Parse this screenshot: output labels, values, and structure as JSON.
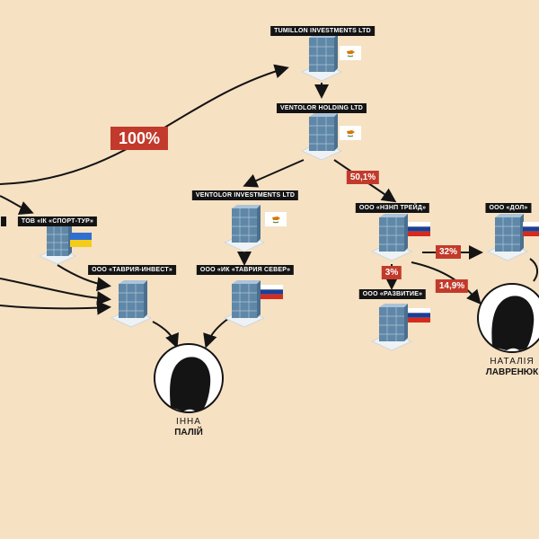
{
  "colors": {
    "background": "#f6e1c3",
    "label_bg": "#141414",
    "label_text": "#ffffff",
    "percent_bg": "#c23a2b",
    "building": "#5f87a8",
    "building_top": "#aac3d8",
    "platform": "#eef2f4",
    "arrow": "#141414"
  },
  "entities": {
    "tumillon": {
      "label": "TUMILLON INVESTMENTS LTD",
      "flag": "cyprus-flag"
    },
    "ventolor_holding": {
      "label": "VENTOLOR HOLDING LTD",
      "flag": "cyprus-flag"
    },
    "ventolor_investments": {
      "label": "VENTOLOR INVESTMENTS LTD",
      "flag": "cyprus-flag"
    },
    "nzp_trade": {
      "label": "ООО «НЗНП ТРЕЙД»",
      "flag": "russia-flag"
    },
    "dol": {
      "label": "ООО «ДОЛ»",
      "flag": "russia-flag"
    },
    "sport_tur": {
      "label": "ТОВ «ІК «СПОРТ-ТУР»",
      "flag": "ukraine-flag"
    },
    "tavria_invest": {
      "label": "ООО «ТАВРИЯ-ИНВЕСТ»",
      "flag": "none"
    },
    "ik_tavria_sever": {
      "label": "ООО «ИК «ТАВРИЯ СЕВЕР»",
      "flag": "russia-flag"
    },
    "razvitie": {
      "label": "ООО «РАЗВИТИЕ»",
      "flag": "russia-flag"
    }
  },
  "percentages": {
    "p100": "100%",
    "p50_1": "50,1%",
    "p32": "32%",
    "p3": "3%",
    "p14_9": "14,9%"
  },
  "people": {
    "inna": {
      "first": "ІННА",
      "last": "ПАЛІЙ"
    },
    "natalia": {
      "first": "НАТАЛІЯ",
      "last": "ЛАВРЕНЮК"
    }
  }
}
